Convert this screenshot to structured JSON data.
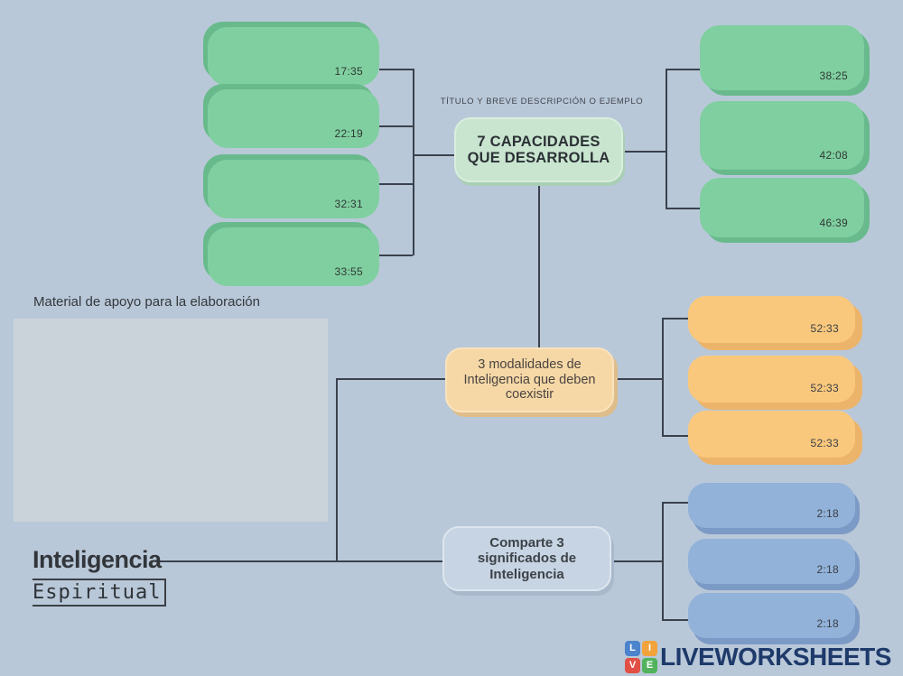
{
  "header": {
    "caption": "TÍTULO Y BREVE DESCRIPCIÓN O EJEMPLO"
  },
  "support": {
    "label": "Material de apoyo para la elaboración"
  },
  "title": {
    "line1": "Inteligencia",
    "line2": "Espiritual"
  },
  "nodes": {
    "capacidades": "7 CAPACIDADES QUE DESARROLLA",
    "modalidades": "3 modalidades de Inteligencia que deben coexistir",
    "significados": "Comparte 3 significados de Inteligencia"
  },
  "timestamps": {
    "left_green": [
      "17:35",
      "22:19",
      "32:31",
      "33:55"
    ],
    "right_green": [
      "38:25",
      "42:08",
      "46:39"
    ],
    "orange": [
      "52:33",
      "52:33",
      "52:33"
    ],
    "blue": [
      "2:18",
      "2:18",
      "2:18"
    ]
  },
  "footer": {
    "brand": "LIVEWORKSHEETS",
    "logo": [
      "L",
      "I",
      "V",
      "E"
    ]
  },
  "colors": {
    "background": "#b9c8d8",
    "green_box": "#80cfa0",
    "green_box_shadow": "#68ba8c",
    "center_node_green": "#c9e5d0",
    "orange_node": "#f6d8a7",
    "orange_box": "#fac87d",
    "blue_box": "#92b2d9",
    "gray_node": "#c7d4e3",
    "connector_line": "#3a414d",
    "brand_navy": "#1e3a6b",
    "logo_blue": "#4b83cc",
    "logo_orange": "#f2a33c",
    "logo_red": "#e25045",
    "logo_green": "#52b35c"
  }
}
